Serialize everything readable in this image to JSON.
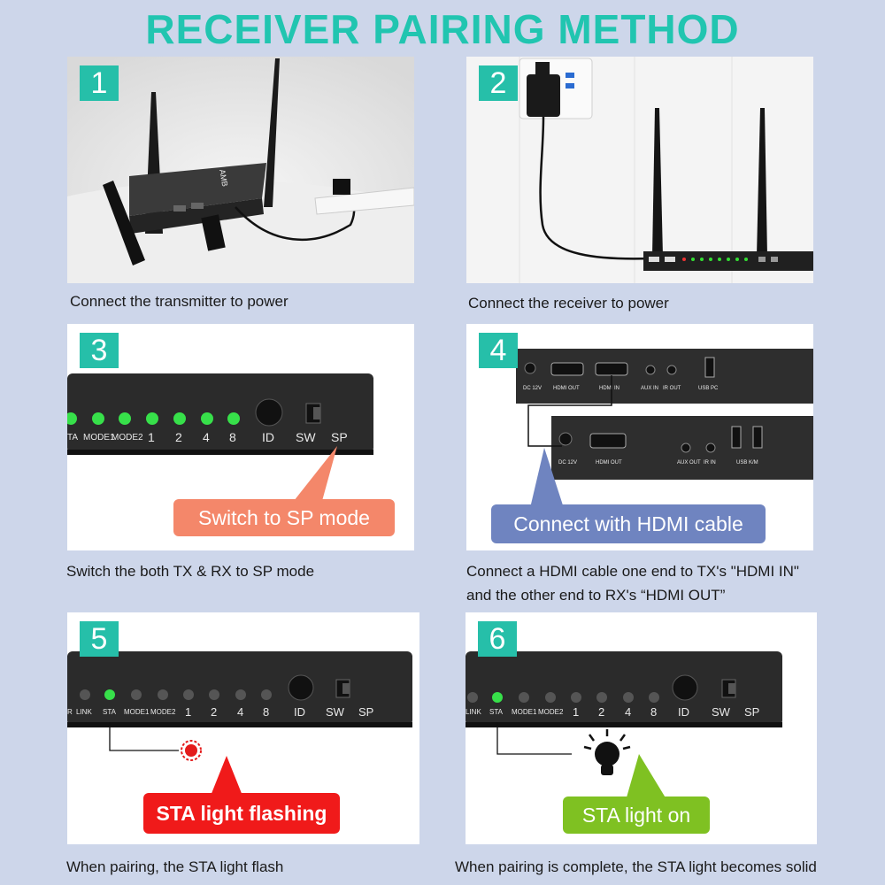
{
  "title": "RECEIVER PAIRING METHOD",
  "steps": [
    {
      "number": "1",
      "caption": "Connect the transmitter to power"
    },
    {
      "number": "2",
      "caption": "Connect the receiver to power"
    },
    {
      "number": "3",
      "caption": "Switch the both TX & RX to SP mode",
      "callout": "Switch to SP mode"
    },
    {
      "number": "4",
      "caption_line1": "Connect a HDMI cable one end to TX's \"HDMI IN\"",
      "caption_line2": "and the other end to RX's “HDMI OUT”",
      "callout": "Connect with HDMI cable"
    },
    {
      "number": "5",
      "caption": "When pairing, the STA light flash",
      "callout": "STA light flashing"
    },
    {
      "number": "6",
      "caption": "When pairing is complete, the STA light becomes solid",
      "callout": "STA light on"
    }
  ],
  "device_labels": {
    "brand": "AMB",
    "sta": "STA",
    "mode1": "MODE1",
    "mode2": "MODE2",
    "n1": "1",
    "n2": "2",
    "n4": "4",
    "n8": "8",
    "id": "ID",
    "sw": "SW",
    "sp": "SP",
    "link": "LINK",
    "tail_r": "R",
    "tail_ta": "TA",
    "hdmi_out": "HDMI OUT",
    "hdmi_in": "HDMI IN",
    "aux_in": "AUX IN",
    "ir_out": "IR OUT",
    "usb_pc": "USB PC",
    "dc_12v": "DC 12V",
    "aux_out": "AUX OUT",
    "ir_in": "IR IN",
    "usb_km": "USB K/M"
  },
  "colors": {
    "accent": "#26bfa9",
    "callout_sp": "#f4876a",
    "callout_hdmi": "#6f84c0",
    "callout_flash": "#f01a1a",
    "callout_on": "#7fc122",
    "led_on": "#37e04a"
  }
}
